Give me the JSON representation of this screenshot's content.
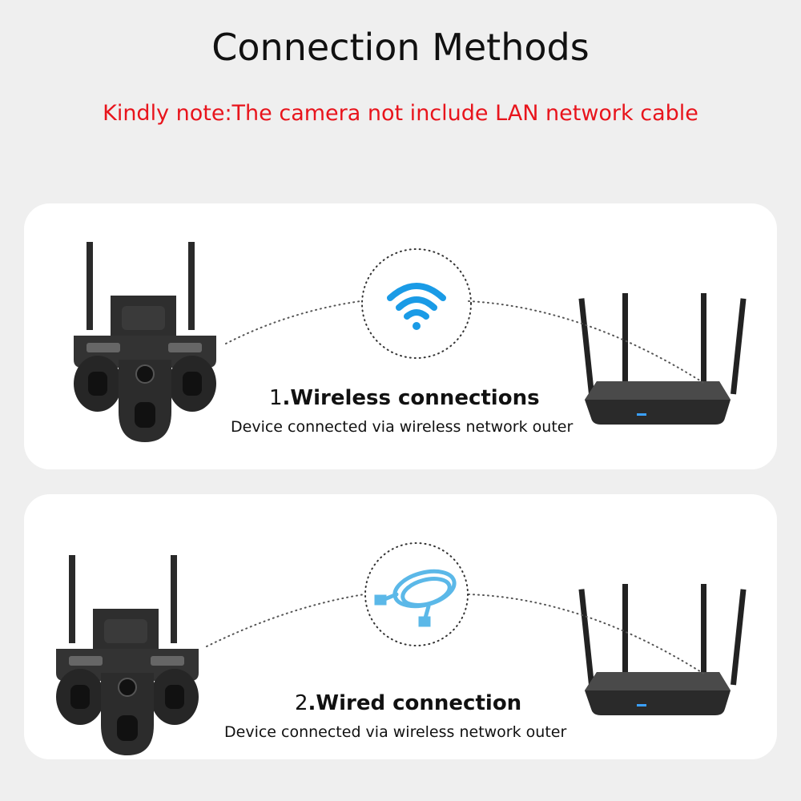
{
  "title": "Connection Methods",
  "note": "Kindly note:The camera not include LAN network cable",
  "colors": {
    "note": "#e8141c",
    "wifi": "#1a9be6",
    "cable": "#5bb8e8"
  },
  "methods": [
    {
      "number": "1",
      "title": ".Wireless connections",
      "description": "Device connected via wireless network outer",
      "icon": "wifi-icon"
    },
    {
      "number": "2",
      "title": ".Wired connection",
      "description": "Device connected via wireless network outer",
      "icon": "lan-cable-icon"
    }
  ]
}
